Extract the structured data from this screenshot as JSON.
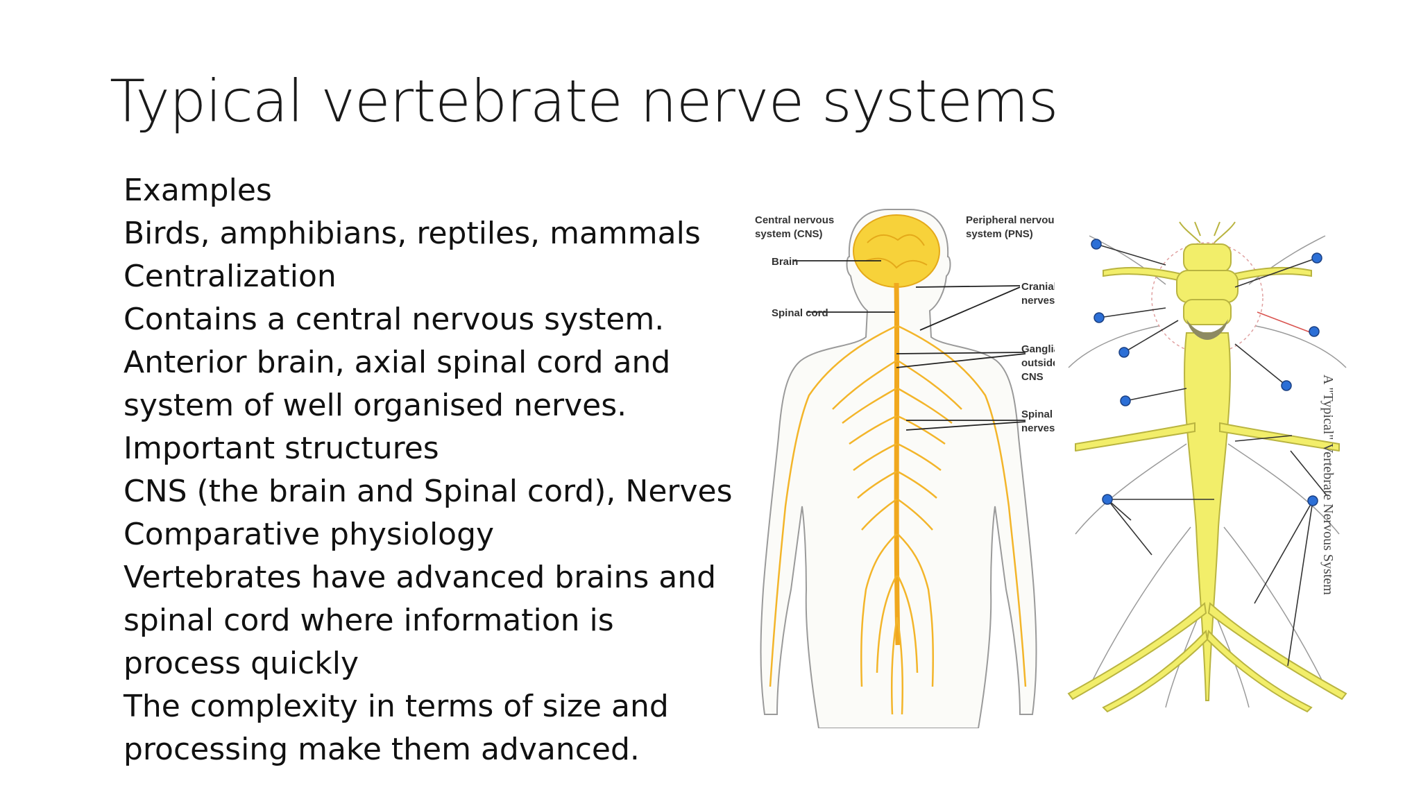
{
  "slide": {
    "title": "Typical vertebrate nerve systems",
    "lines": [
      "Examples",
      "Birds, amphibians, reptiles, mammals",
      "Centralization",
      "Contains a central nervous system.",
      "Anterior brain, axial spinal cord and",
      "system of well organised nerves.",
      "Important structures",
      "CNS (the brain and Spinal cord), Nerves",
      "Comparative physiology",
      "Vertebrates have advanced brains and",
      "spinal cord where information is",
      "process quickly",
      "The complexity in terms of size and",
      "processing make them advanced."
    ]
  },
  "human_figure": {
    "labels": {
      "cns_line1": "Central nervous",
      "cns_line2": "system (CNS)",
      "pns_line1": "Peripheral nervous",
      "pns_line2": "system (PNS)",
      "brain": "Brain",
      "spinal_cord": "Spinal cord",
      "cranial_line1": "Cranial",
      "cranial_line2": "nerves",
      "ganglia_line1": "Ganglia",
      "ganglia_line2": "outside",
      "ganglia_line3": "CNS",
      "spinal_line1": "Spinal",
      "spinal_line2": "nerves"
    }
  },
  "vertebrate_figure": {
    "caption": "A \"Typical\" Vertebrate Nervous System"
  },
  "colors": {
    "nerve_yellow": "#f7d23a",
    "nerve_orange": "#f0a81e",
    "vert_yellow": "#f2ee6a",
    "marker_blue": "#2c6fd6",
    "arrow_red": "#d9534f"
  }
}
